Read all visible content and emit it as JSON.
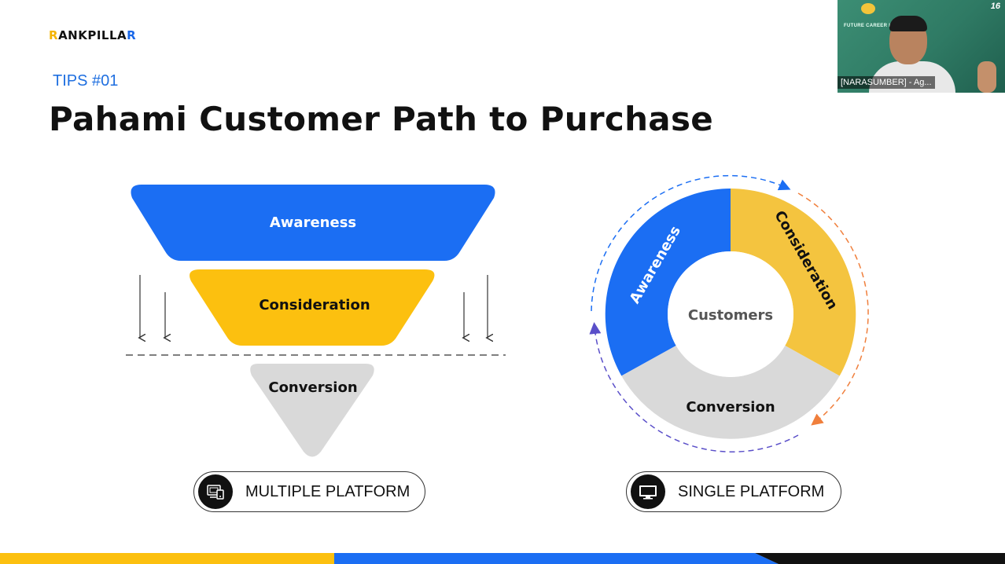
{
  "brand": {
    "logo_first": "R",
    "logo_middle": "ANKPILLA",
    "logo_last": "R"
  },
  "slide": {
    "tips_label": "TIPS #01",
    "title": "Pahami Customer Path to Purchase"
  },
  "funnel": {
    "awareness": "Awareness",
    "consideration": "Consideration",
    "conversion": "Conversion",
    "platform_label": "MULTIPLE PLATFORM",
    "platform_icon": "multi-device-icon"
  },
  "cycle": {
    "center_label": "Customers",
    "awareness": "Awareness",
    "consideration": "Consideration",
    "conversion": "Conversion",
    "platform_label": "SINGLE PLATFORM",
    "platform_icon": "monitor-icon"
  },
  "webcam": {
    "name_tag": "[NARASUMBER] - Ag...",
    "overlay_text": "FUTURE CAREER IN DI       ETING",
    "badge_text": "16"
  },
  "colors": {
    "blue": "#1b6ef3",
    "yellow": "#fcc00f",
    "pale_yellow": "#f4c43f",
    "gray": "#d9d9d9",
    "arrow_orange": "#f07f3c",
    "arrow_purple": "#5a4fc9"
  }
}
